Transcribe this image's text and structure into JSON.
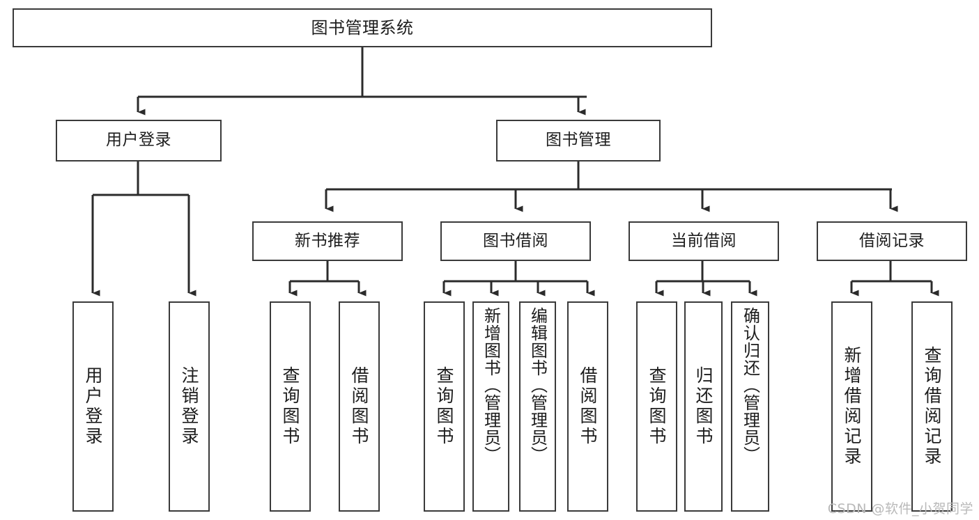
{
  "diagram": {
    "title": "图书管理系统",
    "type": "tree-hierarchy-diagram",
    "watermark": "CSDN @软件_小贺同学",
    "colors": {
      "box_border": "#3a3a3a",
      "box_fill": "#ffffff",
      "connector": "#2b2b2b",
      "text": "#1d1d1d",
      "watermark": "#b9b9b9"
    },
    "nodes": {
      "root": "图书管理系统",
      "level2": {
        "user_login": "用户登录",
        "book_manage": "图书管理"
      },
      "level3": {
        "new_book_rec": "新书推荐",
        "book_borrow": "图书借阅",
        "current_borrow": "当前借阅",
        "borrow_record": "借阅记录"
      },
      "leaves": {
        "user_login_1": "用户登录",
        "user_login_2": "注销登录",
        "new_book_rec_1": "查询图书",
        "new_book_rec_2": "借阅图书",
        "book_borrow_1": "查询图书",
        "book_borrow_2": "新增图书（管理员）",
        "book_borrow_3": "编辑图书（管理员）",
        "book_borrow_4": "借阅图书",
        "current_borrow_1": "查询图书",
        "current_borrow_2": "归还图书",
        "current_borrow_3": "确认归还（管理员）",
        "borrow_record_1": "新增借阅记录",
        "borrow_record_2": "查询借阅记录"
      }
    }
  }
}
